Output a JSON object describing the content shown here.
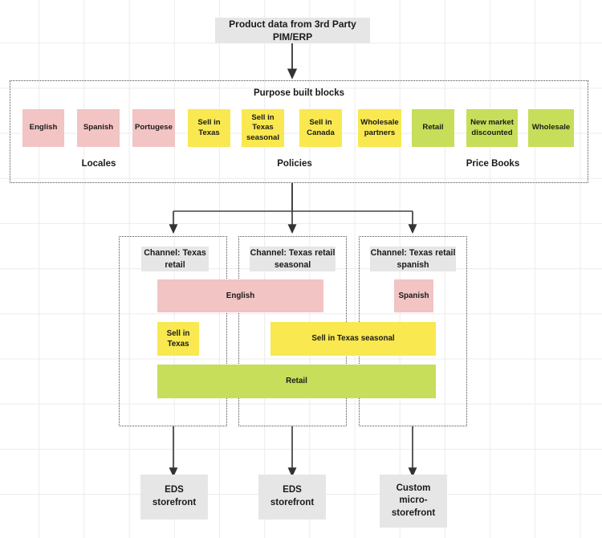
{
  "source": {
    "label": "Product data from 3rd Party PIM/ERP"
  },
  "purpose_built": {
    "title": "Purpose built blocks",
    "sections": [
      {
        "label": "Locales"
      },
      {
        "label": "Policies"
      },
      {
        "label": "Price Books"
      }
    ],
    "blocks": [
      {
        "label": "English",
        "group": "Locales",
        "color": "#f2c4c4"
      },
      {
        "label": "Spanish",
        "group": "Locales",
        "color": "#f2c4c4"
      },
      {
        "label": "Portugese",
        "group": "Locales",
        "color": "#f2c4c4"
      },
      {
        "label": "Sell in Texas",
        "group": "Policies",
        "color": "#f9e84f"
      },
      {
        "label": "Sell in Texas seasonal",
        "group": "Policies",
        "color": "#f9e84f"
      },
      {
        "label": "Sell in Canada",
        "group": "Policies",
        "color": "#f9e84f"
      },
      {
        "label": "Wholesale partners",
        "group": "Policies",
        "color": "#f9e84f"
      },
      {
        "label": "Retail",
        "group": "Price Books",
        "color": "#c6de59"
      },
      {
        "label": "New market discounted",
        "group": "Price Books",
        "color": "#c6de59"
      },
      {
        "label": "Wholesale",
        "group": "Price Books",
        "color": "#c6de59"
      }
    ]
  },
  "channels": [
    {
      "header": "Channel: Texas retail",
      "locale": "English",
      "policy": "Sell in Texas",
      "pricebook": "Retail",
      "storefront": "EDS storefront"
    },
    {
      "header": "Channel: Texas retail seasonal",
      "locale": "English",
      "policy": "Sell in Texas seasonal",
      "pricebook": "Retail",
      "storefront": "EDS storefront"
    },
    {
      "header": "Channel: Texas retail spanish",
      "locale": "Spanish",
      "policy": "Sell in Texas seasonal",
      "pricebook": "Retail",
      "storefront": "Custom micro-storefront"
    }
  ],
  "composed_bars": {
    "locale_english": "English",
    "locale_spanish": "Spanish",
    "policy_texas": "Sell in Texas",
    "policy_texas_seasonal": "Sell in Texas seasonal",
    "pricebook_retail": "Retail"
  },
  "storefronts": [
    {
      "label": "EDS storefront"
    },
    {
      "label": "EDS storefront"
    },
    {
      "label": "Custom micro-storefront"
    }
  ],
  "colors": {
    "locale": "#f2c4c4",
    "policy": "#f9e84f",
    "pricebook": "#c6de59",
    "grey_box": "#e6e6e6",
    "connector": "#333333",
    "grid": "#ececec"
  }
}
